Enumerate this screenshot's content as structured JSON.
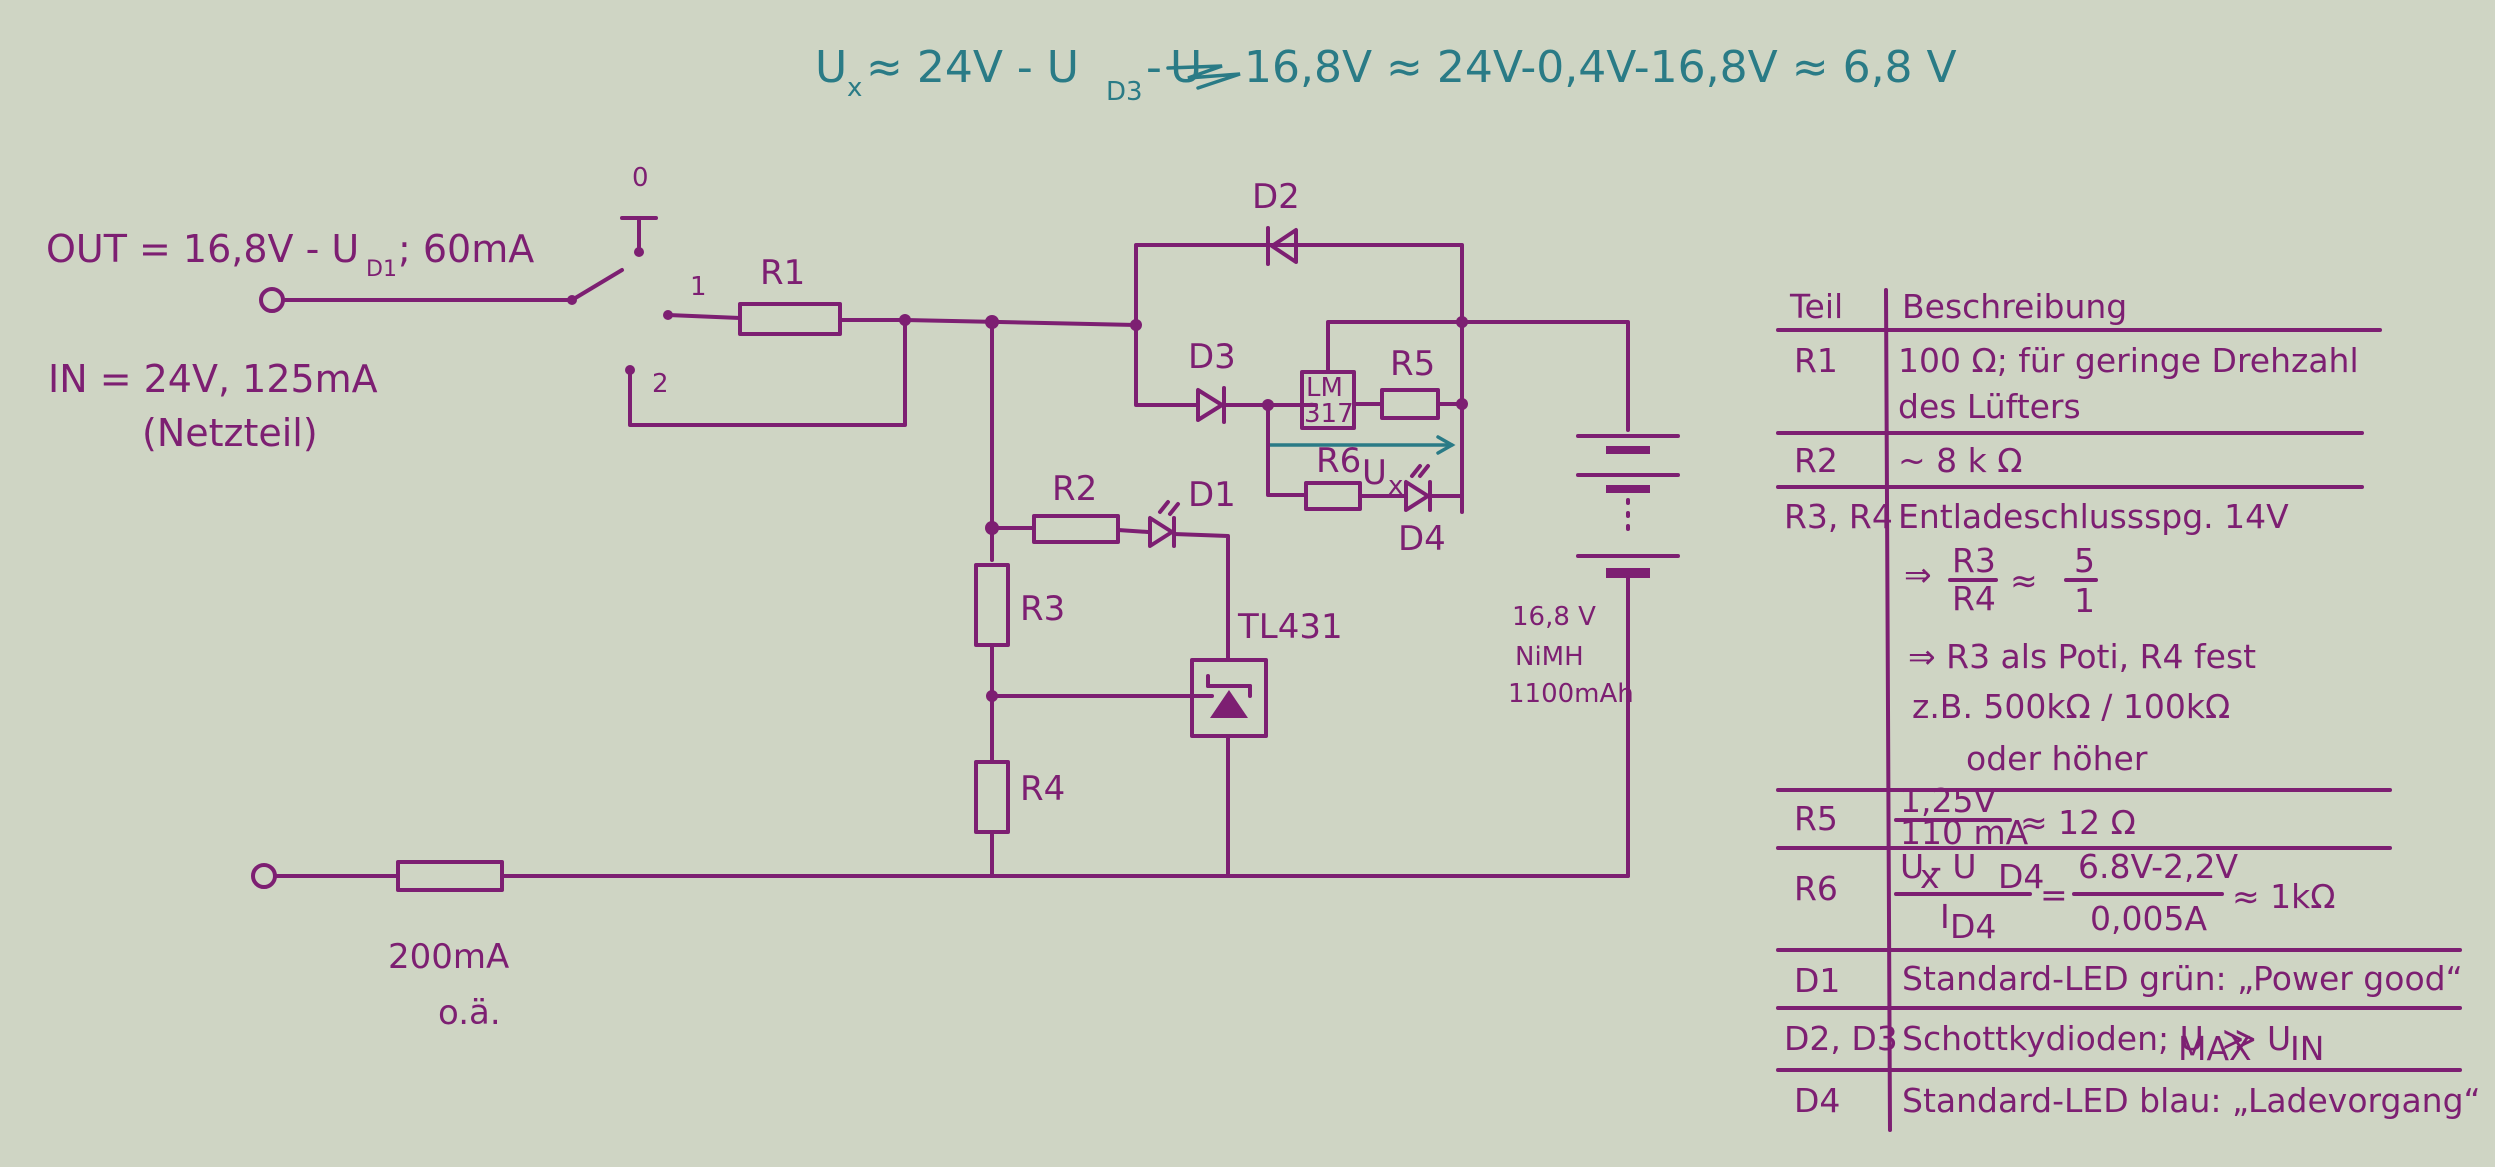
{
  "header": {
    "formula_a": "U",
    "formula_a_sub": "x",
    "formula_b": " ≈ 24V - U",
    "formula_b_sub": "D3",
    "formula_c": " - ",
    "formula_struck": "U",
    "formula_d": " 16,8V ≈ 24V-0,4V-16,8V ≈ 6,8 V"
  },
  "left_notes": {
    "out_label": "OUT = 16,8V - U",
    "out_sub": "D1",
    "out_current": "; 60mA",
    "in_label": "IN = 24V, 125mA",
    "in_note": "(Netzteil)"
  },
  "switch": {
    "pos_0": "0",
    "pos_1": "1",
    "pos_2": "2"
  },
  "components": {
    "r1": "R1",
    "r2": "R2",
    "r3": "R3",
    "r4": "R4",
    "r5": "R5",
    "r6": "R6",
    "d1": "D1",
    "d2": "D2",
    "d3": "D3",
    "d4": "D4",
    "lm317_a": "LM",
    "lm317_b": "317",
    "ux": "U",
    "ux_sub": "x",
    "tl431": "TL431",
    "battery_v": "16,8 V",
    "battery_type": "NiMH",
    "battery_cap": "1100mAh",
    "fuse_value": "200mA",
    "fuse_note": "o.ä."
  },
  "table": {
    "header_part": "Teil",
    "header_desc": "Beschreibung",
    "rows": [
      {
        "part": "R1",
        "lines": [
          "100 Ω; für geringe Drehzahl",
          "des Lüfters"
        ]
      },
      {
        "part": "R2",
        "lines": [
          "~ 8 k Ω"
        ]
      },
      {
        "part": "R3, R4",
        "lines": [
          "Entladeschlussspg. 14V",
          "⇒ R3/R4 ≈ 5/1",
          "⇒ R3 als Poti, R4 fest",
          "z.B. 500kΩ / 100kΩ",
          "oder höher"
        ]
      },
      {
        "part": "R5",
        "lines": [
          "1,25V / 110 mA ≈ 12 Ω"
        ]
      },
      {
        "part": "R6",
        "lines": [
          "(U",
          "x",
          " - U",
          "D4",
          ") / I",
          "D4",
          " = 6.8V-2,2V / 0,005A ≈ 1kΩ"
        ]
      },
      {
        "part": "D1",
        "lines": [
          "Standard-LED grün: „Power good“"
        ]
      },
      {
        "part": "D2, D3",
        "lines": [
          "Schottkydioden; U",
          "MAX",
          " ≫ U",
          "IN"
        ]
      },
      {
        "part": "D4",
        "lines": [
          "Standard-LED blau: „Ladevorgang“"
        ]
      }
    ],
    "r3r4_frac_num": "R3",
    "r3r4_frac_den": "R4",
    "r3r4_eq_num": "5",
    "r3r4_eq_den": "1",
    "r5_frac_num": "1,25V",
    "r5_frac_den": "110 mA",
    "r5_result": "≈ 12 Ω",
    "r6_frac_num_a": "U",
    "r6_frac_num_a_sub": "x",
    "r6_frac_num_b": " - U",
    "r6_frac_num_b_sub": "D4",
    "r6_frac_den": "I",
    "r6_frac_den_sub": "D4",
    "r6_eq": "=",
    "r6_frac2_num": "6.8V-2,2V",
    "r6_frac2_den": "0,005A",
    "r6_result": "≈ 1kΩ",
    "r3r4_line1": "Entladeschlussspg. 14V",
    "r3r4_arrow1": "⇒",
    "r3r4_approx": "≈",
    "r3r4_line3": "⇒ R3 als Poti, R4 fest",
    "r3r4_line4": "z.B.  500kΩ / 100kΩ",
    "r3r4_line5": "oder höher",
    "d2d3_text": "Schottkydioden; U",
    "d2d3_sub1": "MAX",
    "d2d3_mid": " ≫ U",
    "d2d3_sub2": "IN"
  },
  "colors": {
    "ink": "#7d1f72",
    "teal": "#2a7b86",
    "paper": "#cfd5c4"
  }
}
